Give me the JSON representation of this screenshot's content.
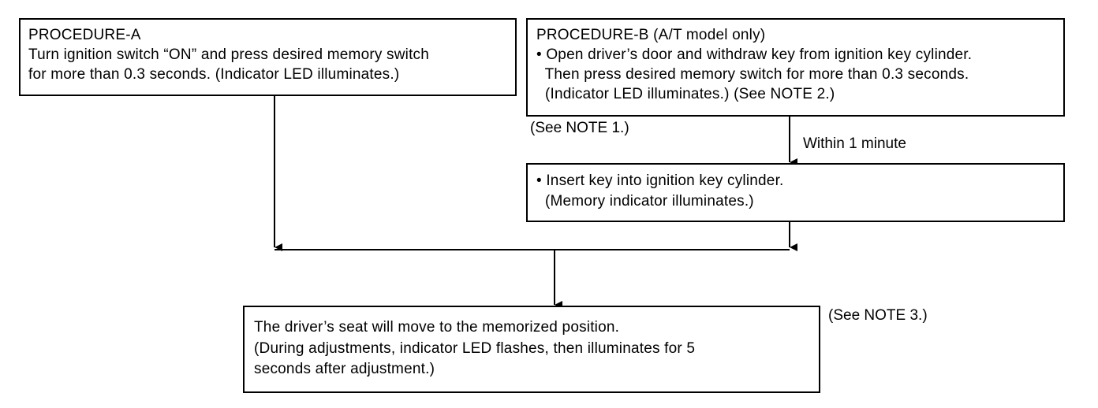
{
  "procedure_a": {
    "title": "PROCEDURE-A",
    "line1": "Turn ignition switch “ON” and press desired memory switch",
    "line2": "for more than 0.3 seconds. (Indicator LED illuminates.)"
  },
  "procedure_b": {
    "title": "PROCEDURE-B (A/T model only)",
    "line1": "• Open driver’s door and withdraw key from ignition key cylinder.",
    "line2": "  Then press desired memory switch for more than 0.3 seconds.",
    "line3": "  (Indicator LED illuminates.) (See NOTE 2.)"
  },
  "note1": "(See NOTE 1.)",
  "within_label": "Within 1 minute",
  "insert_step": {
    "line1": "• Insert key into ignition key cylinder.",
    "line2": "  (Memory indicator illuminates.)"
  },
  "result": {
    "line1": "The driver’s seat will move to the memorized position.",
    "line2": "(During adjustments, indicator LED flashes, then illuminates for 5",
    "line3": "seconds after adjustment.)"
  },
  "note3": "(See NOTE 3.)"
}
